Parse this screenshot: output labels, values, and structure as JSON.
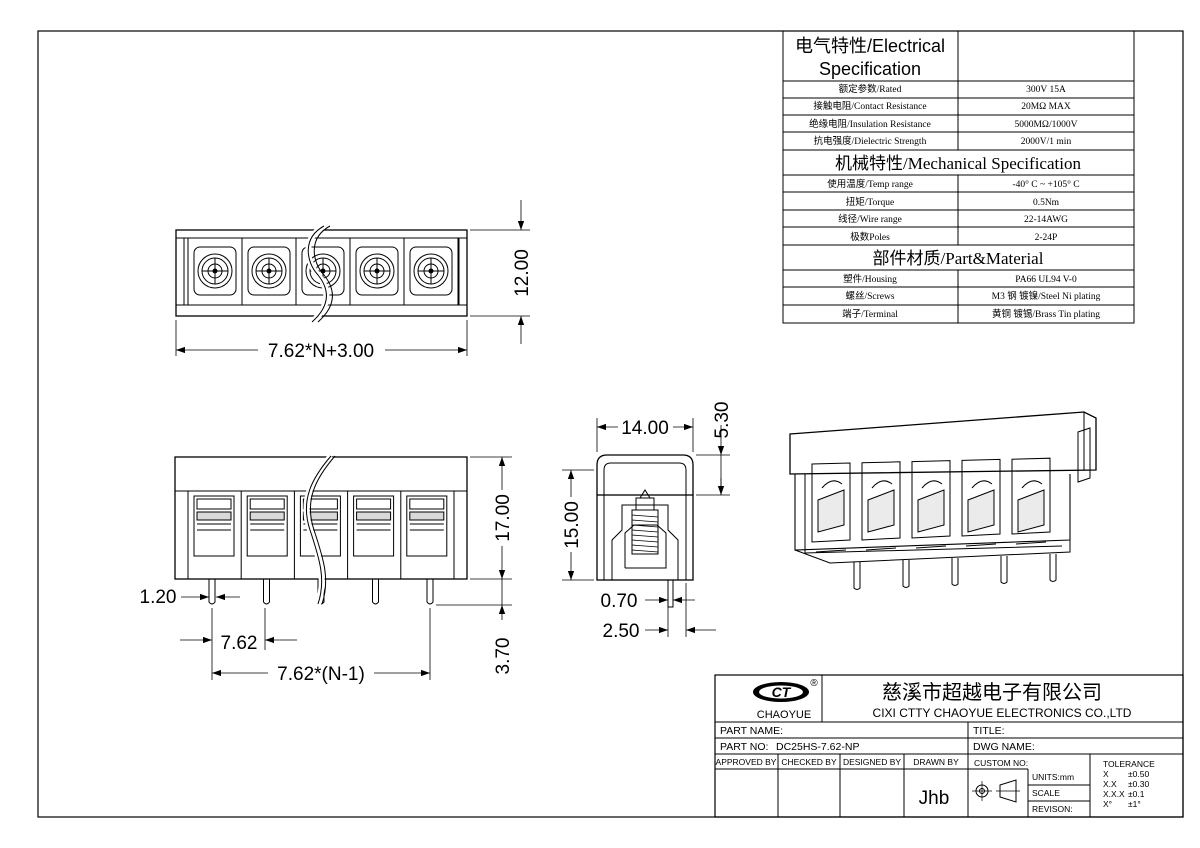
{
  "spec_table": {
    "electrical_title_cn": "电气特性/Electrical",
    "electrical_title_en": "Specification",
    "electrical_rows": [
      {
        "label": "额定参数/Rated",
        "value": "300V  15A"
      },
      {
        "label": "接触电阻/Contact Resistance",
        "value": "20MΩ MAX"
      },
      {
        "label": "绝缘电阻/Insulation Resistance",
        "value": "5000MΩ/1000V"
      },
      {
        "label": "抗电强度/Dielectric Strength",
        "value": "2000V/1 min"
      }
    ],
    "mechanical_title": "机械特性/Mechanical Specification",
    "mechanical_rows": [
      {
        "label": "使用温度/Temp range",
        "value": "-40° C ~ +105° C"
      },
      {
        "label": "扭矩/Torque",
        "value": "0.5Nm"
      },
      {
        "label": "线径/Wire range",
        "value": "22-14AWG"
      },
      {
        "label": "极数Poles",
        "value": "2-24P"
      }
    ],
    "material_title": "部件材质/Part&Material",
    "material_rows": [
      {
        "label": "塑件/Housing",
        "value": "PA66 UL94 V-0"
      },
      {
        "label": "螺丝/Screws",
        "value": "M3 钢 镀镍/Steel Ni plating"
      },
      {
        "label": "端子/Terminal",
        "value": "黄铜 镀锡/Brass Tin  plating"
      }
    ]
  },
  "dimensions": {
    "top_width": "7.62*N+3.00",
    "top_height": "12.00",
    "front_height": "17.00",
    "pin_width": "1.20",
    "pitch": "7.62",
    "pitch_total": "7.62*(N-1)",
    "pin_length": "3.70",
    "side_width": "14.00",
    "side_top": "5.30",
    "side_height": "15.00",
    "side_pin": "0.70",
    "side_offset": "2.50"
  },
  "title_block": {
    "logo_mark": "CT",
    "logo_registered": "®",
    "brand": "CHAOYUE",
    "company_cn": "慈溪市超越电子有限公司",
    "company_en": "CIXI CTTY CHAOYUE ELECTRONICS CO.,LTD",
    "part_name_label": "PART NAME:",
    "title_label": "TITLE:",
    "part_no_label": "PART NO:",
    "part_no_value": "DC25HS-7.62-NP",
    "dwg_name_label": "DWG NAME:",
    "approved_by": "APPROVED BY",
    "checked_by": "CHECKED BY",
    "designed_by": "DESIGNED BY",
    "drawn_by": "DRAWN BY",
    "drawn_by_value": "Jhb",
    "custom_no": "CUSTOM NO:",
    "units": "UNITS:mm",
    "scale": "SCALE",
    "revision": "REVISON:",
    "tolerance_label": "TOLERANCE",
    "tolerances": [
      {
        "k": "X",
        "v": "±0.50"
      },
      {
        "k": "X.X",
        "v": "±0.30"
      },
      {
        "k": "X.X.X",
        "v": "±0.1"
      },
      {
        "k": "X°",
        "v": "±1°"
      }
    ]
  }
}
